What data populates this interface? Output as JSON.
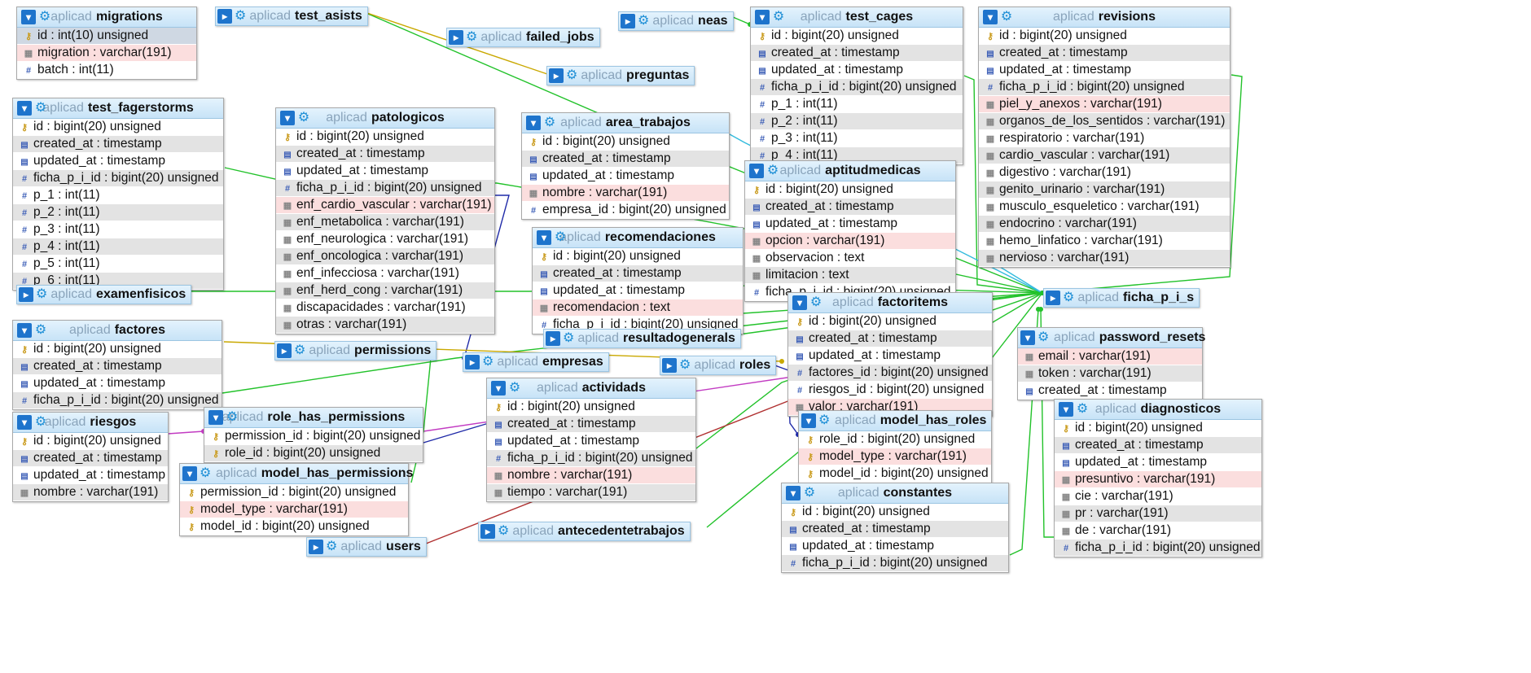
{
  "schema": "aplicad",
  "colors": {
    "pk_row": "#cfd8e3",
    "highlight_row": "#fbdede",
    "header": "#c7e3f7",
    "link_green": "#22c22a",
    "link_blue": "#1f2aa8"
  },
  "tables": [
    {
      "name": "migrations",
      "rows": [
        {
          "icon": "key",
          "text": "id : int(10) unsigned",
          "style": "pk"
        },
        {
          "icon": "txt",
          "text": "migration : varchar(191)",
          "style": "hl"
        },
        {
          "icon": "num",
          "text": "batch : int(11)"
        }
      ]
    },
    {
      "name": "test_fagerstorms",
      "rows": [
        {
          "icon": "key",
          "text": "id : bigint(20) unsigned"
        },
        {
          "icon": "ts",
          "text": "created_at : timestamp"
        },
        {
          "icon": "ts",
          "text": "updated_at : timestamp"
        },
        {
          "icon": "num",
          "text": "ficha_p_i_id : bigint(20) unsigned"
        },
        {
          "icon": "num",
          "text": "p_1 : int(11)"
        },
        {
          "icon": "num",
          "text": "p_2 : int(11)"
        },
        {
          "icon": "num",
          "text": "p_3 : int(11)"
        },
        {
          "icon": "num",
          "text": "p_4 : int(11)"
        },
        {
          "icon": "num",
          "text": "p_5 : int(11)"
        },
        {
          "icon": "num",
          "text": "p_6 : int(11)"
        }
      ]
    },
    {
      "name": "factores",
      "rows": [
        {
          "icon": "key",
          "text": "id : bigint(20) unsigned"
        },
        {
          "icon": "ts",
          "text": "created_at : timestamp"
        },
        {
          "icon": "ts",
          "text": "updated_at : timestamp"
        },
        {
          "icon": "num",
          "text": "ficha_p_i_id : bigint(20) unsigned"
        }
      ]
    },
    {
      "name": "riesgos",
      "rows": [
        {
          "icon": "key",
          "text": "id : bigint(20) unsigned"
        },
        {
          "icon": "ts",
          "text": "created_at : timestamp"
        },
        {
          "icon": "ts",
          "text": "updated_at : timestamp"
        },
        {
          "icon": "txt",
          "text": "nombre : varchar(191)"
        }
      ]
    },
    {
      "name": "patologicos",
      "rows": [
        {
          "icon": "key",
          "text": "id : bigint(20) unsigned"
        },
        {
          "icon": "ts",
          "text": "created_at : timestamp"
        },
        {
          "icon": "ts",
          "text": "updated_at : timestamp"
        },
        {
          "icon": "num",
          "text": "ficha_p_i_id : bigint(20) unsigned"
        },
        {
          "icon": "txt",
          "text": "enf_cardio_vascular : varchar(191)",
          "style": "hl"
        },
        {
          "icon": "txt",
          "text": "enf_metabolica : varchar(191)"
        },
        {
          "icon": "txt",
          "text": "enf_neurologica : varchar(191)"
        },
        {
          "icon": "txt",
          "text": "enf_oncologica : varchar(191)"
        },
        {
          "icon": "txt",
          "text": "enf_infecciosa : varchar(191)"
        },
        {
          "icon": "txt",
          "text": "enf_herd_cong : varchar(191)"
        },
        {
          "icon": "txt",
          "text": "discapacidades : varchar(191)"
        },
        {
          "icon": "txt",
          "text": "otras : varchar(191)"
        }
      ]
    },
    {
      "name": "role_has_permissions",
      "rows": [
        {
          "icon": "key",
          "text": "permission_id : bigint(20) unsigned"
        },
        {
          "icon": "key",
          "text": "role_id : bigint(20) unsigned"
        }
      ]
    },
    {
      "name": "model_has_permissions",
      "rows": [
        {
          "icon": "key",
          "text": "permission_id : bigint(20) unsigned"
        },
        {
          "icon": "key",
          "text": "model_type : varchar(191)",
          "style": "hl"
        },
        {
          "icon": "key",
          "text": "model_id : bigint(20) unsigned"
        }
      ]
    },
    {
      "name": "area_trabajos",
      "rows": [
        {
          "icon": "key",
          "text": "id : bigint(20) unsigned"
        },
        {
          "icon": "ts",
          "text": "created_at : timestamp"
        },
        {
          "icon": "ts",
          "text": "updated_at : timestamp"
        },
        {
          "icon": "txt",
          "text": "nombre : varchar(191)",
          "style": "hl"
        },
        {
          "icon": "num",
          "text": "empresa_id : bigint(20) unsigned"
        }
      ]
    },
    {
      "name": "recomendaciones",
      "rows": [
        {
          "icon": "key",
          "text": "id : bigint(20) unsigned"
        },
        {
          "icon": "ts",
          "text": "created_at : timestamp"
        },
        {
          "icon": "ts",
          "text": "updated_at : timestamp"
        },
        {
          "icon": "txt",
          "text": "recomendacion : text",
          "style": "hl"
        },
        {
          "icon": "num",
          "text": "ficha_p_i_id : bigint(20) unsigned"
        }
      ]
    },
    {
      "name": "actividads",
      "rows": [
        {
          "icon": "key",
          "text": "id : bigint(20) unsigned"
        },
        {
          "icon": "ts",
          "text": "created_at : timestamp"
        },
        {
          "icon": "ts",
          "text": "updated_at : timestamp"
        },
        {
          "icon": "num",
          "text": "ficha_p_i_id : bigint(20) unsigned"
        },
        {
          "icon": "txt",
          "text": "nombre : varchar(191)",
          "style": "hl"
        },
        {
          "icon": "txt",
          "text": "tiempo : varchar(191)"
        }
      ]
    },
    {
      "name": "test_cages",
      "rows": [
        {
          "icon": "key",
          "text": "id : bigint(20) unsigned"
        },
        {
          "icon": "ts",
          "text": "created_at : timestamp"
        },
        {
          "icon": "ts",
          "text": "updated_at : timestamp"
        },
        {
          "icon": "num",
          "text": "ficha_p_i_id : bigint(20) unsigned"
        },
        {
          "icon": "num",
          "text": "p_1 : int(11)"
        },
        {
          "icon": "num",
          "text": "p_2 : int(11)"
        },
        {
          "icon": "num",
          "text": "p_3 : int(11)"
        },
        {
          "icon": "num",
          "text": "p_4 : int(11)"
        }
      ]
    },
    {
      "name": "aptitudmedicas",
      "rows": [
        {
          "icon": "key",
          "text": "id : bigint(20) unsigned"
        },
        {
          "icon": "ts",
          "text": "created_at : timestamp"
        },
        {
          "icon": "ts",
          "text": "updated_at : timestamp"
        },
        {
          "icon": "txt",
          "text": "opcion : varchar(191)",
          "style": "hl"
        },
        {
          "icon": "txt",
          "text": "observacion : text"
        },
        {
          "icon": "txt",
          "text": "limitacion : text"
        },
        {
          "icon": "num",
          "text": "ficha_p_i_id : bigint(20) unsigned"
        }
      ]
    },
    {
      "name": "factoritems",
      "rows": [
        {
          "icon": "key",
          "text": "id : bigint(20) unsigned"
        },
        {
          "icon": "ts",
          "text": "created_at : timestamp"
        },
        {
          "icon": "ts",
          "text": "updated_at : timestamp"
        },
        {
          "icon": "num",
          "text": "factores_id : bigint(20) unsigned"
        },
        {
          "icon": "num",
          "text": "riesgos_id : bigint(20) unsigned"
        },
        {
          "icon": "txt",
          "text": "valor : varchar(191)",
          "style": "hl"
        }
      ]
    },
    {
      "name": "model_has_roles",
      "rows": [
        {
          "icon": "key",
          "text": "role_id : bigint(20) unsigned"
        },
        {
          "icon": "key",
          "text": "model_type : varchar(191)",
          "style": "hl"
        },
        {
          "icon": "key",
          "text": "model_id : bigint(20) unsigned"
        }
      ]
    },
    {
      "name": "constantes",
      "rows": [
        {
          "icon": "key",
          "text": "id : bigint(20) unsigned"
        },
        {
          "icon": "ts",
          "text": "created_at : timestamp"
        },
        {
          "icon": "ts",
          "text": "updated_at : timestamp"
        },
        {
          "icon": "num",
          "text": "ficha_p_i_id : bigint(20) unsigned"
        }
      ]
    },
    {
      "name": "revisions",
      "rows": [
        {
          "icon": "key",
          "text": "id : bigint(20) unsigned"
        },
        {
          "icon": "ts",
          "text": "created_at : timestamp"
        },
        {
          "icon": "ts",
          "text": "updated_at : timestamp"
        },
        {
          "icon": "num",
          "text": "ficha_p_i_id : bigint(20) unsigned"
        },
        {
          "icon": "txt",
          "text": "piel_y_anexos : varchar(191)",
          "style": "hl"
        },
        {
          "icon": "txt",
          "text": "organos_de_los_sentidos : varchar(191)"
        },
        {
          "icon": "txt",
          "text": "respiratorio : varchar(191)"
        },
        {
          "icon": "txt",
          "text": "cardio_vascular : varchar(191)"
        },
        {
          "icon": "txt",
          "text": "digestivo : varchar(191)"
        },
        {
          "icon": "txt",
          "text": "genito_urinario : varchar(191)"
        },
        {
          "icon": "txt",
          "text": "musculo_esqueletico : varchar(191)"
        },
        {
          "icon": "txt",
          "text": "endocrino : varchar(191)"
        },
        {
          "icon": "txt",
          "text": "hemo_linfatico : varchar(191)"
        },
        {
          "icon": "txt",
          "text": "nervioso : varchar(191)"
        }
      ]
    },
    {
      "name": "password_resets",
      "rows": [
        {
          "icon": "txt",
          "text": "email : varchar(191)",
          "style": "hl"
        },
        {
          "icon": "txt",
          "text": "token : varchar(191)"
        },
        {
          "icon": "ts",
          "text": "created_at : timestamp"
        }
      ]
    },
    {
      "name": "diagnosticos",
      "rows": [
        {
          "icon": "key",
          "text": "id : bigint(20) unsigned"
        },
        {
          "icon": "ts",
          "text": "created_at : timestamp"
        },
        {
          "icon": "ts",
          "text": "updated_at : timestamp"
        },
        {
          "icon": "txt",
          "text": "presuntivo : varchar(191)",
          "style": "hl"
        },
        {
          "icon": "txt",
          "text": "cie : varchar(191)"
        },
        {
          "icon": "txt",
          "text": "pr : varchar(191)"
        },
        {
          "icon": "txt",
          "text": "de : varchar(191)"
        },
        {
          "icon": "num",
          "text": "ficha_p_i_id : bigint(20) unsigned"
        }
      ]
    }
  ],
  "collapsed_tables": [
    {
      "name": "test_asists"
    },
    {
      "name": "failed_jobs"
    },
    {
      "name": "preguntas"
    },
    {
      "name": "neas"
    },
    {
      "name": "examenfisicos"
    },
    {
      "name": "permissions"
    },
    {
      "name": "empresas"
    },
    {
      "name": "roles"
    },
    {
      "name": "resultadogenerals"
    },
    {
      "name": "ficha_p_i_s"
    },
    {
      "name": "antecedentetrabajos"
    },
    {
      "name": "users"
    }
  ]
}
